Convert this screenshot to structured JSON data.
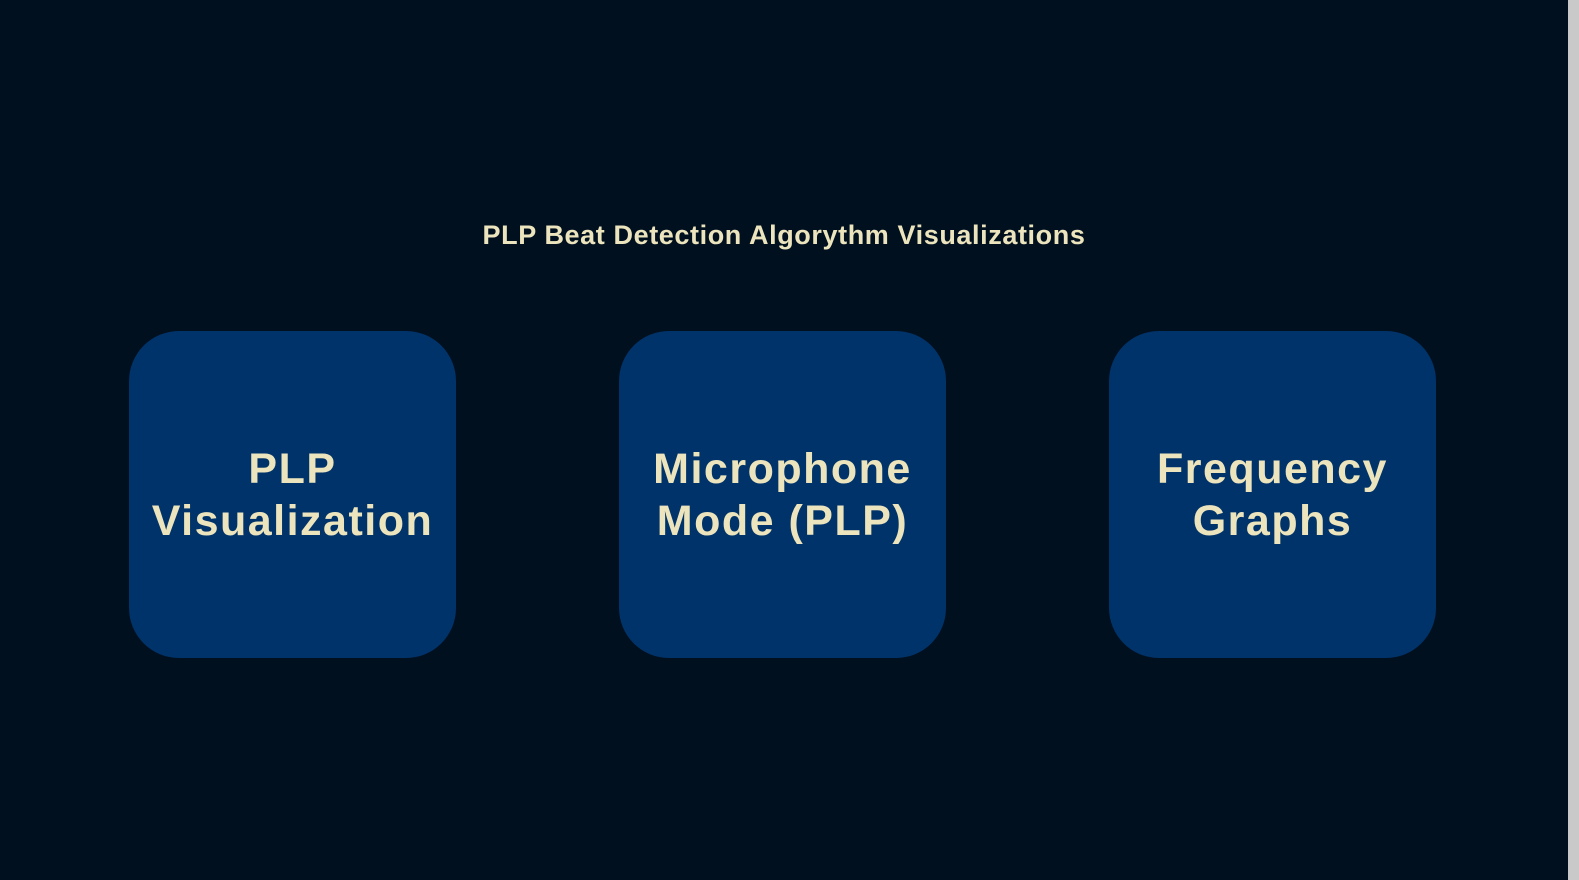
{
  "page": {
    "title": "PLP Beat Detection Algorythm Visualizations"
  },
  "tiles": [
    {
      "label": "PLP\nVisualization"
    },
    {
      "label": "Microphone\nMode (PLP)"
    },
    {
      "label": "Frequency\nGraphs"
    }
  ],
  "colors": {
    "background": "#01101f",
    "tile": "#00336a",
    "text": "#ece4bd"
  }
}
